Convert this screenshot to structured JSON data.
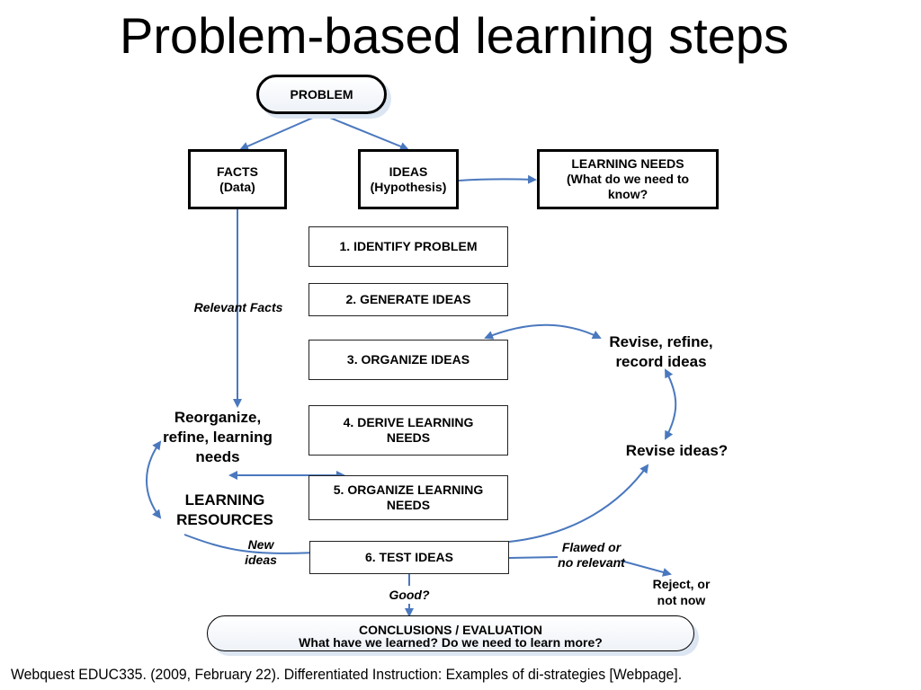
{
  "title": "Problem-based learning steps",
  "nodes": {
    "problem": "PROBLEM",
    "facts": [
      "FACTS",
      "(Data)"
    ],
    "ideas": [
      "IDEAS",
      "(Hypothesis)"
    ],
    "learning_needs": [
      "LEARNING NEEDS",
      "(What do we need to",
      "know?"
    ],
    "steps": [
      [
        "1. IDENTIFY PROBLEM"
      ],
      [
        "2. GENERATE IDEAS"
      ],
      [
        "3. ORGANIZE IDEAS"
      ],
      [
        "4. DERIVE LEARNING",
        "NEEDS"
      ],
      [
        "5. ORGANIZE LEARNING",
        "NEEDS"
      ],
      [
        "6. TEST IDEAS"
      ]
    ],
    "conclusions": [
      "CONCLUSIONS / EVALUATION",
      "What have we learned? Do we need to learn more?"
    ]
  },
  "side_labels": {
    "relevant_facts": "Relevant Facts",
    "reorganize": [
      "Reorganize,",
      "refine, learning",
      "needs"
    ],
    "learning_resources": [
      "LEARNING",
      "RESOURCES"
    ],
    "new_ideas": [
      "New",
      "ideas"
    ],
    "revise_refine": [
      "Revise, refine,",
      "record ideas"
    ],
    "revise_ideas": "Revise ideas?",
    "flawed": [
      "Flawed or",
      "no relevant"
    ],
    "reject": [
      "Reject, or",
      "not now"
    ],
    "good": "Good?"
  },
  "citation": "Webquest EDUC335. (2009, February 22). Differentiated Instruction: Examples of di-strategies [Webpage].",
  "colors": {
    "arrow": "#4a78be",
    "ghost_text": "#dde5f1"
  }
}
